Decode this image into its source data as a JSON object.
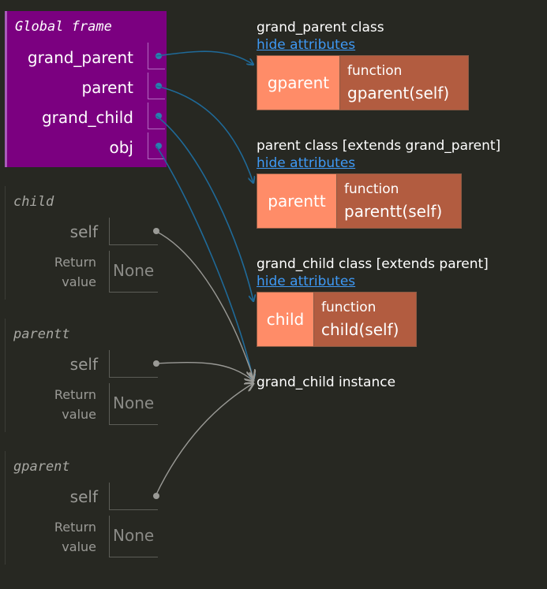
{
  "global_frame": {
    "title": "Global frame",
    "variables": [
      {
        "name": "grand_parent"
      },
      {
        "name": "parent"
      },
      {
        "name": "grand_child"
      },
      {
        "name": "obj"
      }
    ]
  },
  "stack_frames": [
    {
      "title": "child",
      "var": "self",
      "return_label_1": "Return",
      "return_label_2": "value",
      "return_value": "None"
    },
    {
      "title": "parentt",
      "var": "self",
      "return_label_1": "Return",
      "return_label_2": "value",
      "return_value": "None"
    },
    {
      "title": "gparent",
      "var": "self",
      "return_label_1": "Return",
      "return_label_2": "value",
      "return_value": "None"
    }
  ],
  "heap": {
    "grand_parent_class": {
      "label": "grand_parent class",
      "hide": "hide attributes",
      "attr": "gparent",
      "kind": "function",
      "signature": "gparent(self)"
    },
    "parent_class": {
      "label": "parent class [extends grand_parent]",
      "hide": "hide attributes",
      "attr": "parentt",
      "kind": "function",
      "signature": "parentt(self)"
    },
    "grand_child_class": {
      "label": "grand_child class [extends parent]",
      "hide": "hide attributes",
      "attr": "child",
      "kind": "function",
      "signature": "child(self)"
    },
    "instance": {
      "label": "grand_child instance"
    }
  },
  "colors": {
    "background": "#272822",
    "global_frame": "#7b0080",
    "active_pointer": "#1f6a99",
    "inactive_pointer": "#9a9a96",
    "class_key": "#ff8c68",
    "class_value": "#b25c40",
    "link": "#3e99f5"
  }
}
